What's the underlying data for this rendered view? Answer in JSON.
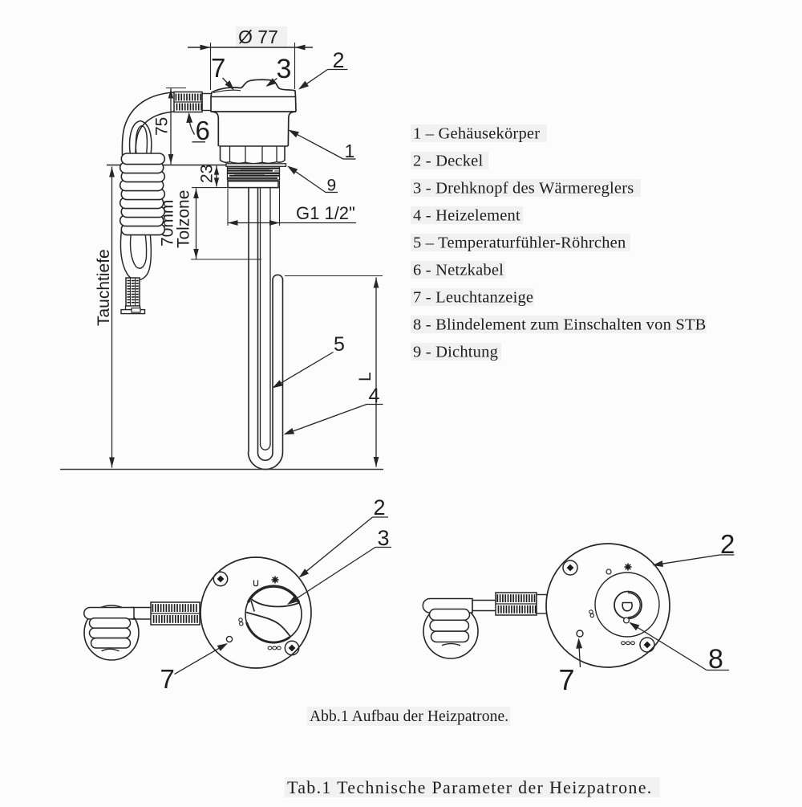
{
  "colors": {
    "background": "#fcfcfc",
    "ink": "#262626"
  },
  "side_view": {
    "dimensions": {
      "diameter": "Ø 77",
      "height": "75",
      "thread_zone": "23",
      "tolerance_line1": "70mm",
      "tolerance_line2": "Tolzone",
      "immersion_depth": "Tauchtiefe",
      "thread": "G1 1/2\"",
      "length": "L"
    },
    "callouts": {
      "housing": "1",
      "cover": "2",
      "knob": "3",
      "heating_element": "4",
      "sensor_tube": "5",
      "cable": "6",
      "indicator": "7",
      "seal": "9"
    }
  },
  "front_view_left": {
    "callouts": {
      "cover": "2",
      "knob": "3",
      "indicator": "7"
    }
  },
  "front_view_right": {
    "callouts": {
      "cover": "2",
      "blind_element": "8",
      "indicator": "7"
    }
  },
  "legend": {
    "items": [
      "1 – Gehäusekörper",
      "2 - Deckel",
      "3 - Drehknopf des Wärmereglers",
      "4 - Heizelement",
      "5 – Temperaturfühler-Röhrchen",
      "6 - Netzkabel",
      "7 - Leuchtanzeige",
      "8 - Blindelement zum Einschalten von STB",
      "9 - Dichtung"
    ]
  },
  "captions": {
    "figure": "Abb.1 Aufbau der Heizpatrone.",
    "table": "Tab.1 Technische Parameter der Heizpatrone."
  }
}
